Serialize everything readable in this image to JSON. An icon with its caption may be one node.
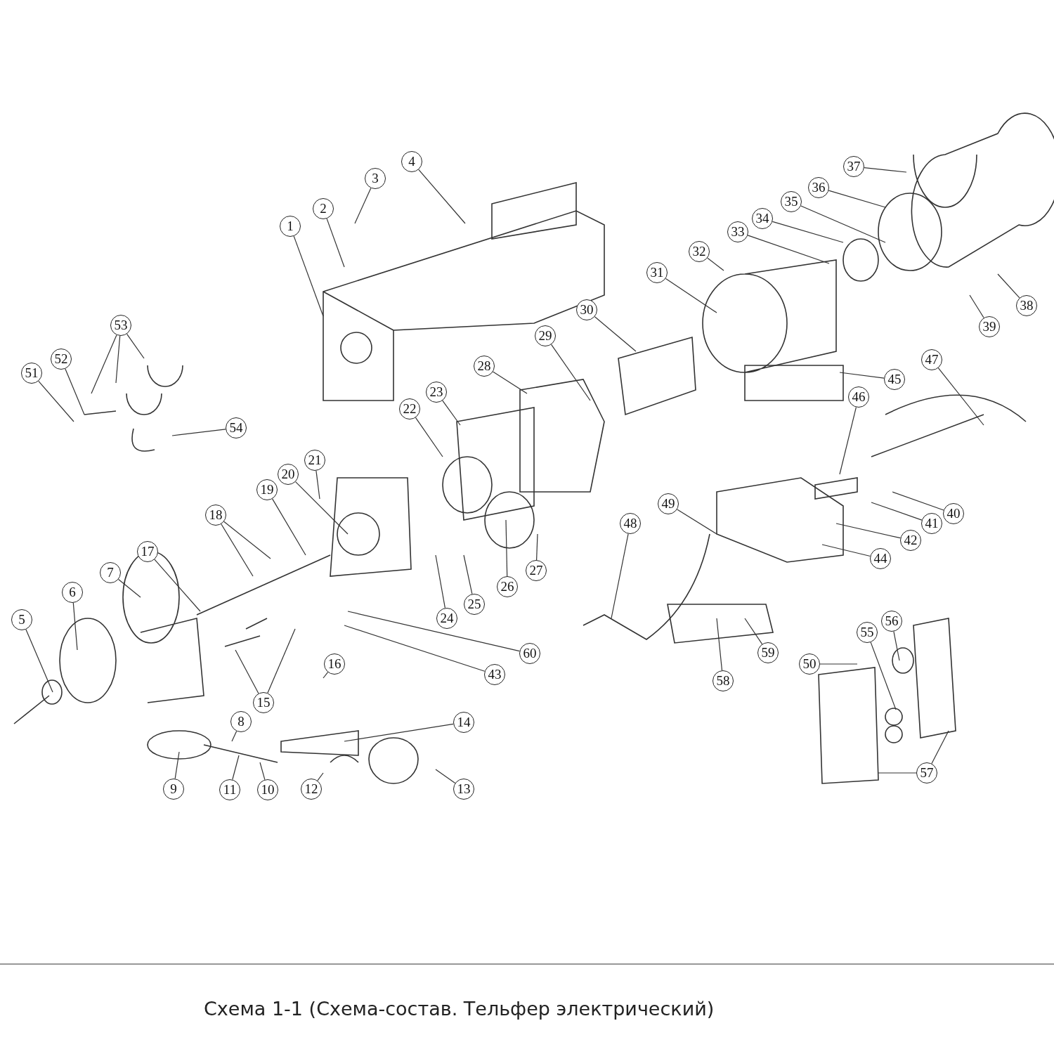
{
  "diagram": {
    "caption": "Схема 1-1 (Схема-состав. Тельфер электрический)",
    "nodes": [
      {
        "text": [
          "1"
        ]
      },
      {
        "text": [
          "2"
        ]
      },
      {
        "text": [
          "3"
        ]
      },
      {
        "text": [
          "4"
        ]
      },
      {
        "text": [
          "5"
        ]
      },
      {
        "text": [
          "6"
        ]
      },
      {
        "text": [
          "7"
        ]
      },
      {
        "text": [
          "8"
        ]
      },
      {
        "text": [
          "9"
        ]
      },
      {
        "text": [
          "10"
        ]
      },
      {
        "text": [
          "11"
        ]
      },
      {
        "text": [
          "12"
        ]
      },
      {
        "text": [
          "13"
        ]
      },
      {
        "text": [
          "14"
        ]
      },
      {
        "text": [
          "15"
        ]
      },
      {
        "text": [
          "16"
        ]
      },
      {
        "text": [
          "17"
        ]
      },
      {
        "text": [
          "18"
        ]
      },
      {
        "text": [
          "19"
        ]
      },
      {
        "text": [
          "20"
        ]
      },
      {
        "text": [
          "21"
        ]
      },
      {
        "text": [
          "22"
        ]
      },
      {
        "text": [
          "23"
        ]
      },
      {
        "text": [
          "24"
        ]
      },
      {
        "text": [
          "25"
        ]
      },
      {
        "text": [
          "26"
        ]
      },
      {
        "text": [
          "27"
        ]
      },
      {
        "text": [
          "28"
        ]
      },
      {
        "text": [
          "29"
        ]
      },
      {
        "text": [
          "30"
        ]
      },
      {
        "text": [
          "31"
        ]
      },
      {
        "text": [
          "32"
        ]
      },
      {
        "text": [
          "33"
        ]
      },
      {
        "text": [
          "34"
        ]
      },
      {
        "text": [
          "35"
        ]
      },
      {
        "text": [
          "36"
        ]
      },
      {
        "text": [
          "37"
        ]
      },
      {
        "text": [
          "38"
        ]
      },
      {
        "text": [
          "39"
        ]
      },
      {
        "text": [
          "40"
        ]
      },
      {
        "text": [
          "41"
        ]
      },
      {
        "text": [
          "42"
        ]
      },
      {
        "text": [
          "43"
        ]
      },
      {
        "text": [
          "44"
        ]
      },
      {
        "text": [
          "45"
        ]
      },
      {
        "text": [
          "46"
        ]
      },
      {
        "text": [
          "47"
        ]
      },
      {
        "text": [
          "48"
        ]
      },
      {
        "text": [
          "49"
        ]
      },
      {
        "text": [
          "50"
        ]
      },
      {
        "text": [
          "51"
        ]
      },
      {
        "text": [
          "52"
        ]
      },
      {
        "text": [
          "53"
        ]
      },
      {
        "text": [
          "54"
        ]
      },
      {
        "text": [
          "55"
        ]
      },
      {
        "text": [
          "56"
        ]
      },
      {
        "text": [
          "57"
        ]
      },
      {
        "text": [
          "58"
        ]
      },
      {
        "text": [
          "59"
        ]
      },
      {
        "text": [
          "60"
        ]
      }
    ],
    "edges": [
      {
        "from": 0,
        "to": null,
        "arrow": "none"
      },
      {
        "from": 1,
        "to": null,
        "arrow": "none"
      },
      {
        "from": 2,
        "to": null,
        "arrow": "none"
      },
      {
        "from": 3,
        "to": null,
        "arrow": "none"
      },
      {
        "from": 4,
        "to": null,
        "arrow": "none"
      },
      {
        "from": 5,
        "to": null,
        "arrow": "none"
      },
      {
        "from": 6,
        "to": null,
        "arrow": "none"
      },
      {
        "from": 7,
        "to": null,
        "arrow": "none"
      },
      {
        "from": 8,
        "to": null,
        "arrow": "none"
      },
      {
        "from": 9,
        "to": null,
        "arrow": "none"
      },
      {
        "from": 10,
        "to": null,
        "arrow": "none"
      },
      {
        "from": 11,
        "to": null,
        "arrow": "none"
      },
      {
        "from": 12,
        "to": null,
        "arrow": "none"
      },
      {
        "from": 13,
        "to": null,
        "arrow": "none"
      },
      {
        "from": 14,
        "to": null,
        "arrow": "none"
      },
      {
        "from": 14,
        "to": null,
        "arrow": "none"
      },
      {
        "from": 15,
        "to": null,
        "arrow": "none"
      },
      {
        "from": 16,
        "to": null,
        "arrow": "none"
      },
      {
        "from": 17,
        "to": null,
        "arrow": "none"
      },
      {
        "from": 17,
        "to": null,
        "arrow": "none"
      },
      {
        "from": 18,
        "to": null,
        "arrow": "none"
      },
      {
        "from": 19,
        "to": null,
        "arrow": "none"
      },
      {
        "from": 20,
        "to": null,
        "arrow": "none"
      },
      {
        "from": 21,
        "to": null,
        "arrow": "none"
      },
      {
        "from": 22,
        "to": null,
        "arrow": "none"
      },
      {
        "from": 23,
        "to": null,
        "arrow": "none"
      },
      {
        "from": 24,
        "to": null,
        "arrow": "none"
      },
      {
        "from": 25,
        "to": null,
        "arrow": "none"
      },
      {
        "from": 26,
        "to": null,
        "arrow": "none"
      },
      {
        "from": 27,
        "to": null,
        "arrow": "none"
      },
      {
        "from": 28,
        "to": null,
        "arrow": "none"
      },
      {
        "from": 29,
        "to": null,
        "arrow": "none"
      },
      {
        "from": 30,
        "to": null,
        "arrow": "none"
      },
      {
        "from": 31,
        "to": null,
        "arrow": "none"
      },
      {
        "from": 32,
        "to": null,
        "arrow": "none"
      },
      {
        "from": 33,
        "to": null,
        "arrow": "none"
      },
      {
        "from": 34,
        "to": null,
        "arrow": "none"
      },
      {
        "from": 35,
        "to": null,
        "arrow": "none"
      },
      {
        "from": 36,
        "to": null,
        "arrow": "none"
      },
      {
        "from": 37,
        "to": null,
        "arrow": "none"
      },
      {
        "from": 38,
        "to": null,
        "arrow": "none"
      },
      {
        "from": 39,
        "to": null,
        "arrow": "none"
      },
      {
        "from": 40,
        "to": null,
        "arrow": "none"
      },
      {
        "from": 41,
        "to": null,
        "arrow": "none"
      },
      {
        "from": 42,
        "to": null,
        "arrow": "none"
      },
      {
        "from": 43,
        "to": null,
        "arrow": "none"
      },
      {
        "from": 44,
        "to": null,
        "arrow": "none"
      },
      {
        "from": 45,
        "to": null,
        "arrow": "none"
      },
      {
        "from": 46,
        "to": null,
        "arrow": "none"
      },
      {
        "from": 47,
        "to": null,
        "arrow": "none"
      },
      {
        "from": 48,
        "to": null,
        "arrow": "none"
      },
      {
        "from": 49,
        "to": null,
        "arrow": "none"
      },
      {
        "from": 50,
        "to": null,
        "arrow": "none"
      },
      {
        "from": 51,
        "to": null,
        "arrow": "none"
      },
      {
        "from": 52,
        "to": null,
        "arrow": "none"
      },
      {
        "from": 52,
        "to": null,
        "arrow": "none"
      },
      {
        "from": 52,
        "to": null,
        "arrow": "none"
      },
      {
        "from": 53,
        "to": null,
        "arrow": "none"
      },
      {
        "from": 54,
        "to": null,
        "arrow": "none"
      },
      {
        "from": 55,
        "to": null,
        "arrow": "none"
      },
      {
        "from": 56,
        "to": null,
        "arrow": "none"
      },
      {
        "from": 56,
        "to": null,
        "arrow": "none"
      },
      {
        "from": 57,
        "to": null,
        "arrow": "none"
      },
      {
        "from": 58,
        "to": null,
        "arrow": "none"
      },
      {
        "from": 59,
        "to": null,
        "arrow": "none"
      }
    ]
  }
}
